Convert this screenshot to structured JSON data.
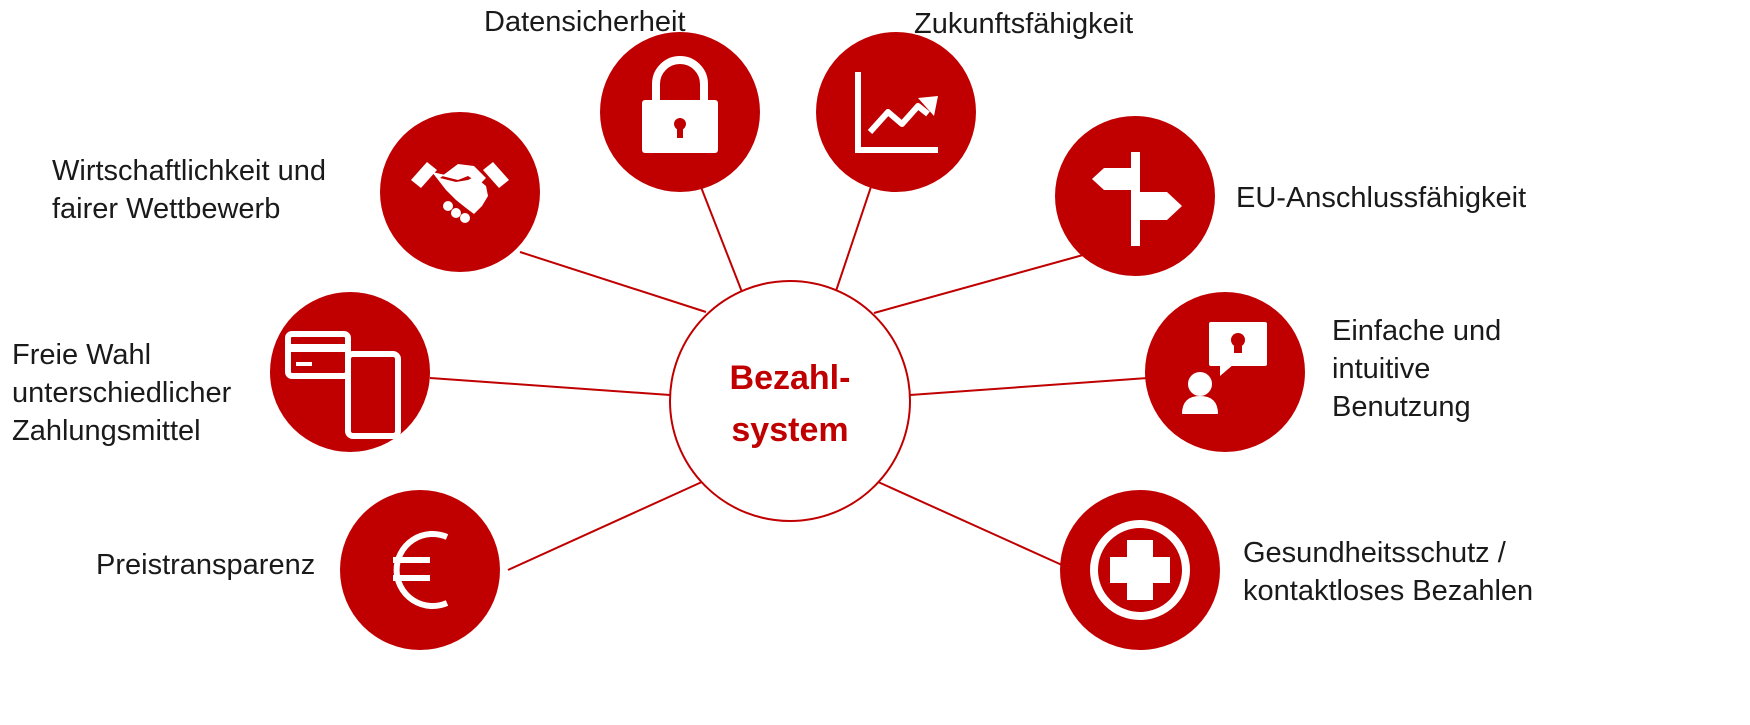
{
  "colors": {
    "accent": "#c00000",
    "line": "#c00000",
    "text": "#1a1a1a",
    "background": "#ffffff"
  },
  "center": {
    "line1": "Bezahl-",
    "line2": "system"
  },
  "nodes": [
    {
      "id": "datensicherheit",
      "icon": "lock-icon",
      "label": [
        "Datensicherheit"
      ]
    },
    {
      "id": "zukunft",
      "icon": "rising-chart-icon",
      "label": [
        "Zukunftsfähigkeit"
      ]
    },
    {
      "id": "eu",
      "icon": "signpost-icon",
      "label": [
        "EU-Anschlussfähigkeit"
      ]
    },
    {
      "id": "einfach",
      "icon": "presenter-idea-icon",
      "label": [
        "Einfache und",
        "intuitive",
        "Benutzung"
      ]
    },
    {
      "id": "gesundheit",
      "icon": "medical-cross-icon",
      "label": [
        "Gesundheitsschutz /",
        "kontaktloses Bezahlen"
      ]
    },
    {
      "id": "preis",
      "icon": "euro-icon",
      "label": [
        "Preistransparenz"
      ]
    },
    {
      "id": "wahl",
      "icon": "card-and-phone-icon",
      "label": [
        "Freie Wahl",
        "unterschiedlicher",
        "Zahlungsmittel"
      ]
    },
    {
      "id": "wirtschaft",
      "icon": "handshake-icon",
      "label": [
        "Wirtschaftlichkeit und",
        "fairer Wettbewerb"
      ]
    }
  ]
}
